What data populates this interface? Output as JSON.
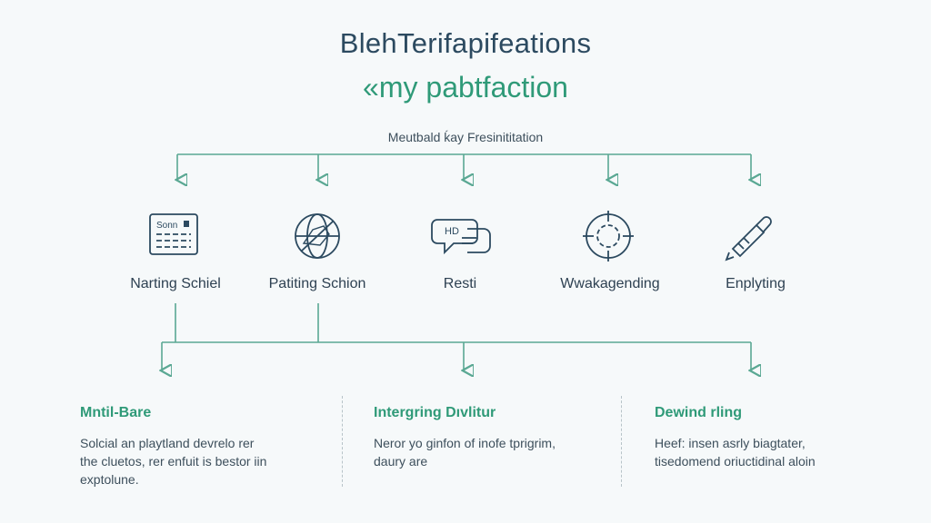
{
  "header": {
    "title_line1": "BlehTerifapifeations",
    "title_line2": "«my pabtfaction",
    "subtitle": "Meutbald ḱay Fresinititation"
  },
  "nodes": [
    {
      "label": "Narting Schiel",
      "icon": "table-document-icon",
      "icon_text": "Sonn"
    },
    {
      "label": "Patiting Schion",
      "icon": "crossed-globe-icon"
    },
    {
      "label": "Resti",
      "icon": "chat-bubble-icon",
      "icon_text": "HD"
    },
    {
      "label": "Wwakagending",
      "icon": "target-icon"
    },
    {
      "label": "Enplyting",
      "icon": "wrench-tool-icon"
    }
  ],
  "columns": [
    {
      "heading": "Mntil-Bare",
      "body": [
        "Solcial an playtland devrelo rer",
        "the cluetos, rer enfuit is bestor iin",
        "exptolune."
      ]
    },
    {
      "heading": "Intergring Dıvlitur",
      "body": [
        "Neror yo ginfon of inofe tprigrim,",
        "daury are"
      ]
    },
    {
      "heading": "Dewind rling",
      "body": [
        "Heef: insen asrly biagtater,",
        "tisedomend oriuctidinal aloin"
      ]
    }
  ],
  "colors": {
    "accent": "#2f9a78",
    "line": "#5aa893",
    "icon": "#2c4a60",
    "text": "#3d4f5c"
  }
}
